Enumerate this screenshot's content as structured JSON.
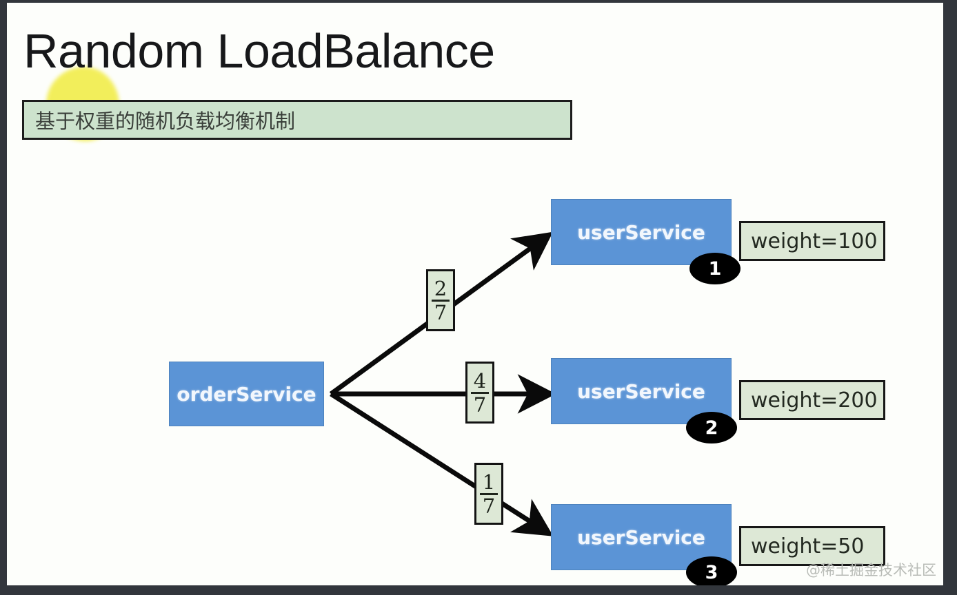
{
  "slide": {
    "title": "Random LoadBalance",
    "subtitle": "基于权重的随机负载均衡机制",
    "watermark": "@稀土掘金技术社区"
  },
  "colors": {
    "node_fill": "#5b94d6",
    "callout_fill": "#dde8d6",
    "subtitle_fill": "#cde3cd",
    "highlight": "#f2ed4e",
    "frame": "#32363c",
    "canvas": "#fdfefb",
    "badge": "#000000",
    "stroke": "#131313"
  },
  "diagram": {
    "type": "flow",
    "source": {
      "label": "orderService"
    },
    "targets": [
      {
        "label": "userService",
        "badge": "1",
        "weight_label": "weight=100",
        "weight": 100,
        "fraction": {
          "numerator": "2",
          "denominator": "7"
        }
      },
      {
        "label": "userService",
        "badge": "2",
        "weight_label": "weight=200",
        "weight": 200,
        "fraction": {
          "numerator": "4",
          "denominator": "7"
        }
      },
      {
        "label": "userService",
        "badge": "3",
        "weight_label": "weight=50",
        "weight": 50,
        "fraction": {
          "numerator": "1",
          "denominator": "7"
        }
      }
    ]
  }
}
